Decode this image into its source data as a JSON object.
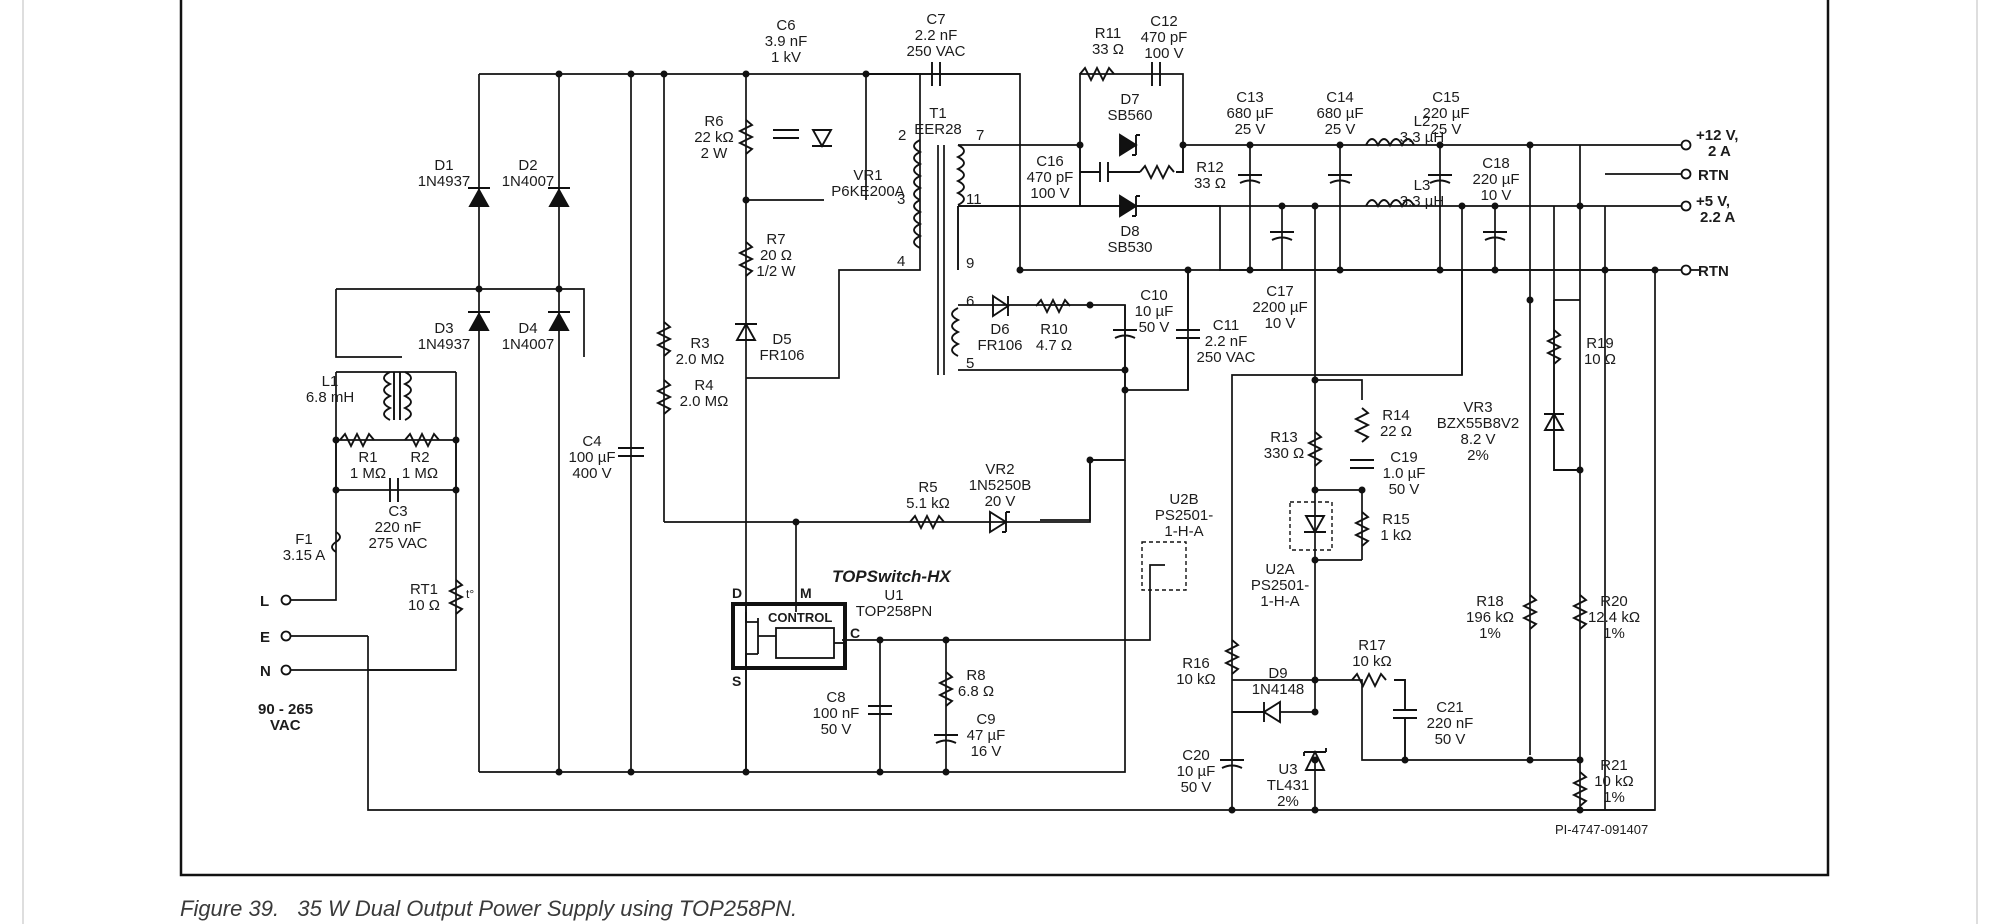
{
  "labels": {
    "c6": [
      "C6",
      "3.9 nF",
      "1 kV"
    ],
    "c7": [
      "C7",
      "2.2 nF",
      "250 VAC"
    ],
    "r11": [
      "R11",
      "33 Ω"
    ],
    "c12": [
      "C12",
      "470 pF",
      "100 V"
    ],
    "d7": [
      "D7",
      "SB560"
    ],
    "c13": [
      "C13",
      "680 µF",
      "25 V"
    ],
    "c14": [
      "C14",
      "680 µF",
      "25 V"
    ],
    "l2": [
      "L2",
      "3.3 µH"
    ],
    "c15": [
      "C15",
      "220 µF",
      "25 V"
    ],
    "r6": [
      "R6",
      "22 kΩ",
      "2 W"
    ],
    "t1": [
      "T1",
      "EER28"
    ],
    "vr1": [
      "VR1",
      "P6KE200A"
    ],
    "c16": [
      "C16",
      "470 pF",
      "100 V"
    ],
    "r12": [
      "R12",
      "33 Ω"
    ],
    "l3": [
      "L3",
      "3.3 µH"
    ],
    "c18": [
      "C18",
      "220 µF",
      "10 V"
    ],
    "d8": [
      "D8",
      "SB530"
    ],
    "d1": [
      "D1",
      "1N4937"
    ],
    "d2": [
      "D2",
      "1N4007"
    ],
    "r7": [
      "R7",
      "20 Ω",
      "1/2 W"
    ],
    "d3": [
      "D3",
      "1N4937"
    ],
    "d4": [
      "D4",
      "1N4007"
    ],
    "r3": [
      "R3",
      "2.0 MΩ"
    ],
    "d5": [
      "D5",
      "FR106"
    ],
    "d6": [
      "D6",
      "FR106"
    ],
    "r10": [
      "R10",
      "4.7 Ω"
    ],
    "c10": [
      "C10",
      "10 µF",
      "50 V"
    ],
    "c11": [
      "C11",
      "2.2 nF",
      "250 VAC"
    ],
    "c17": [
      "C17",
      "2200 µF",
      "10 V"
    ],
    "l1": [
      "L1",
      "6.8 mH"
    ],
    "r4": [
      "R4",
      "2.0 MΩ"
    ],
    "r19": [
      "R19",
      "10 Ω"
    ],
    "r14": [
      "R14",
      "22 Ω"
    ],
    "vr3": [
      "VR3",
      "BZX55B8V2",
      "8.2 V",
      "2%"
    ],
    "r13": [
      "R13",
      "330 Ω"
    ],
    "c19": [
      "C19",
      "1.0 µF",
      "50 V"
    ],
    "r1": [
      "R1",
      "1 MΩ"
    ],
    "r2": [
      "R2",
      "1 MΩ"
    ],
    "c4": [
      "C4",
      "100 µF",
      "400 V"
    ],
    "c3": [
      "C3",
      "220 nF",
      "275 VAC"
    ],
    "r5": [
      "R5",
      "5.1 kΩ"
    ],
    "vr2": [
      "VR2",
      "1N5250B",
      "20 V"
    ],
    "u2b": [
      "U2B",
      "PS2501-",
      "1-H-A"
    ],
    "r15": [
      "R15",
      "1 kΩ"
    ],
    "f1": [
      "F1",
      "3.15 A"
    ],
    "u2a": [
      "U2A",
      "PS2501-",
      "1-H-A"
    ],
    "rt1": [
      "RT1",
      "10 Ω"
    ],
    "u1": [
      "U1",
      "TOP258PN"
    ],
    "r18": [
      "R18",
      "196 kΩ",
      "1%"
    ],
    "r20": [
      "R20",
      "12.4 kΩ",
      "1%"
    ],
    "r17": [
      "R17",
      "10 kΩ"
    ],
    "r16": [
      "R16",
      "10 kΩ"
    ],
    "d9": [
      "D9",
      "1N4148"
    ],
    "r8": [
      "R8",
      "6.8 Ω"
    ],
    "c8": [
      "C8",
      "100 nF",
      "50 V"
    ],
    "c21": [
      "C21",
      "220 nF",
      "50 V"
    ],
    "c9": [
      "C9",
      "47 µF",
      "16 V"
    ],
    "c20": [
      "C20",
      "10 µF",
      "50 V"
    ],
    "u3": [
      "U3",
      "TL431",
      "2%"
    ],
    "r21": [
      "R21",
      "10 kΩ",
      "1%"
    ]
  },
  "outputs": {
    "out12": [
      "+12 V,",
      "2 A"
    ],
    "rtn1": "RTN",
    "out5": [
      "+5 V,",
      "2.2 A"
    ],
    "rtn2": "RTN"
  },
  "inputs": {
    "l": "L",
    "e": "E",
    "n": "N",
    "range": [
      "90 - 265",
      "VAC"
    ]
  },
  "pins": {
    "t1_2": "2",
    "t1_7": "7",
    "t1_3": "3",
    "t1_11": "11",
    "t1_4": "4",
    "t1_9": "9",
    "t1_6": "6",
    "t1_5": "5",
    "u1_d": "D",
    "u1_m": "M",
    "u1_s": "S",
    "u1_c": "C"
  },
  "ic": {
    "brand": "TOPSwitch-HX",
    "control": "CONTROL"
  },
  "rt1_symbol": "t°",
  "figure_id": "PI-4747-091407",
  "caption": "Figure 39.   35 W Dual Output Power Supply using TOP258PN."
}
